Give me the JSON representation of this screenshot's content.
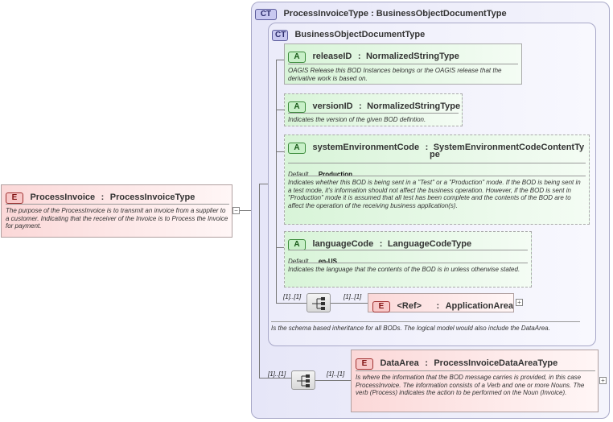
{
  "root": {
    "badge": "E",
    "name": "ProcessInvoice",
    "sep": ":",
    "type": "ProcessInvoiceType",
    "doc": "The purpose of the ProcessInvoice is to transmit an invoice from a supplier to a customer. Indicating that the receiver of the Invoice is to Process the Invoice for payment."
  },
  "outer_type": {
    "badge": "CT",
    "title": "ProcessInvoiceType : BusinessObjectDocumentType"
  },
  "base_type": {
    "badge": "CT",
    "title": "BusinessObjectDocumentType",
    "doc": "Is the schema based inheritance for all BODs. The logical model would also include the DataArea."
  },
  "attributes": [
    {
      "badge": "A",
      "name": "releaseID",
      "type": "NormalizedStringType",
      "doc": "OAGIS Release this BOD Instances belongs or the OAGIS release that the derivative work is based on."
    },
    {
      "badge": "A",
      "name": "versionID",
      "type": "NormalizedStringType",
      "doc": "Indicates the version of the given BOD defintion."
    },
    {
      "badge": "A",
      "name": "systemEnvironmentCode",
      "type_line1": "SystemEnvironmentCodeContentTy",
      "type_line2": "pe",
      "default_label": "Default",
      "default_value": "Production",
      "doc": "Indicates whether this BOD is being sent in a \"Test\" or a \"Production\" mode. If the BOD is being sent in a test mode, it's information should not affect the business operation. However, if the BOD is sent in \"Production\" mode it is assumed that all test has been complete and the contents of the BOD are to affect the operation of the receiving business application(s)."
    },
    {
      "badge": "A",
      "name": "languageCode",
      "type": "LanguageCodeType",
      "default_label": "Default",
      "default_value": "en-US",
      "doc": "Indicates the language that the contents of the BOD is in unless otherwise stated."
    }
  ],
  "application_area": {
    "badge": "E",
    "name": "<Ref>",
    "sep": ":",
    "type": "ApplicationArea",
    "occ_before": "[1]..[1]",
    "occ_after": "[1]..[1]"
  },
  "data_area": {
    "badge": "E",
    "name": "DataArea",
    "sep": ":",
    "type": "ProcessInvoiceDataAreaType",
    "occ_before": "[1]..[1]",
    "occ_after": "[1]..[1]",
    "doc": "Is where the information that the BOD message carries is provided, in this case ProcessInvoice. The information consists of a Verb and one or more Nouns. The verb (Process) indicates the action to be performed on the Noun (Invoice)."
  },
  "symbols": {
    "collapse": "−",
    "expand": "+"
  }
}
